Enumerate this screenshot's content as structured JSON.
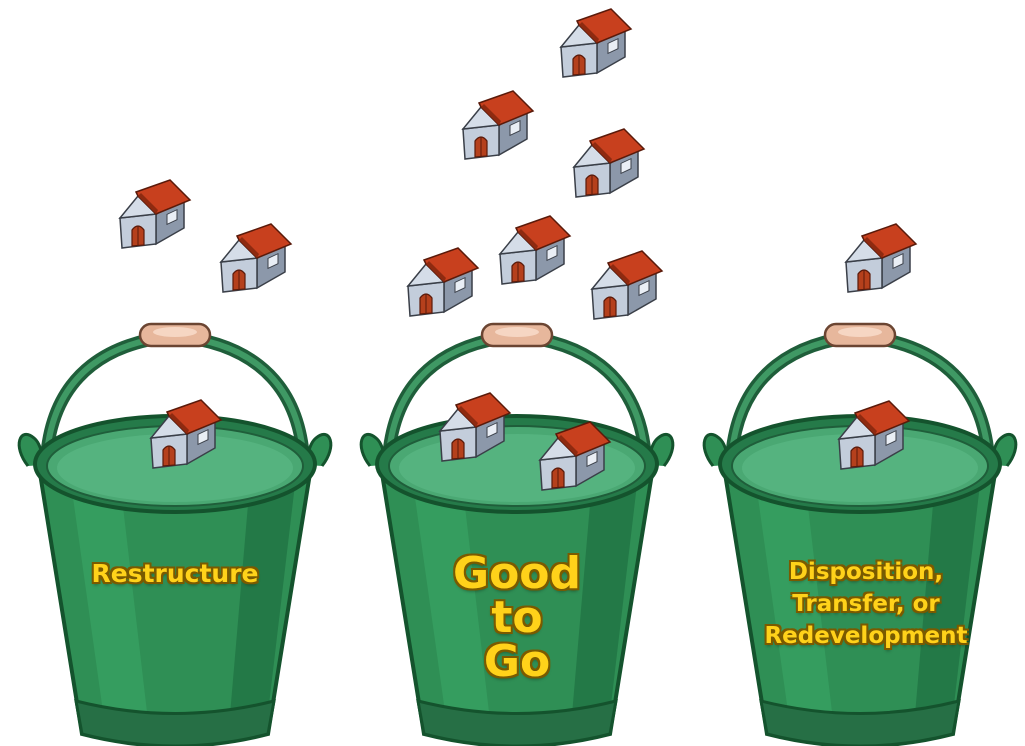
{
  "buckets": [
    {
      "lines": [
        "Restructure"
      ]
    },
    {
      "lines": [
        "Good",
        "to",
        "Go"
      ]
    },
    {
      "lines": [
        "Disposition,",
        "Transfer, or",
        "Redevelopment"
      ]
    }
  ],
  "colors": {
    "bucket_body": "#2f8f55",
    "bucket_dark": "#14532d",
    "bucket_rim": "#4aa873",
    "label_text": "#ffd21a",
    "roof": "#c8401e",
    "wall": "#b9c4d3",
    "door": "#b5401c"
  },
  "icons": [
    "house-icon",
    "bucket-icon",
    "bucket-handle-grip"
  ]
}
